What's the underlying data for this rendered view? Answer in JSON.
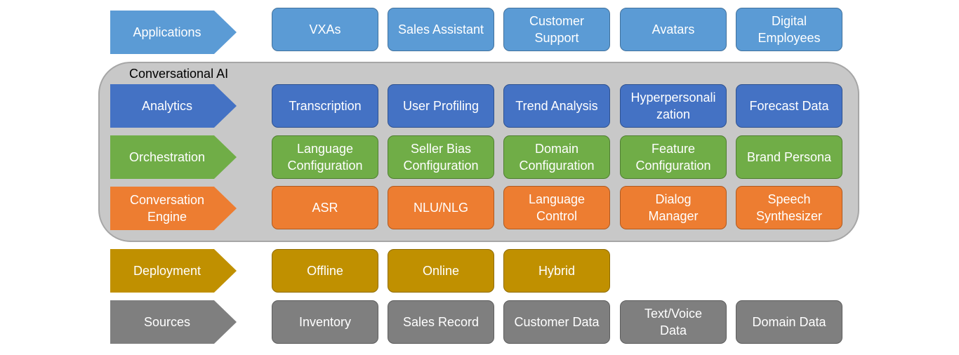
{
  "container": {
    "label": "Conversational AI"
  },
  "rows": [
    {
      "id": "applications",
      "label": "Applications",
      "color": "#5b9bd5",
      "items": [
        "VXAs",
        "Sales Assistant",
        "Customer\nSupport",
        "Avatars",
        "Digital\nEmployees"
      ]
    },
    {
      "id": "analytics",
      "label": "Analytics",
      "color": "#4472c4",
      "items": [
        "Transcription",
        "User Profiling",
        "Trend Analysis",
        "Hyperpersonali\nzation",
        "Forecast Data"
      ]
    },
    {
      "id": "orchestration",
      "label": "Orchestration",
      "color": "#70ad47",
      "items": [
        "Language\nConfiguration",
        "Seller Bias\nConfiguration",
        "Domain\nConfiguration",
        "Feature\nConfiguration",
        "Brand Persona"
      ]
    },
    {
      "id": "conversation-engine",
      "label": "Conversation\nEngine",
      "color": "#ed7d31",
      "items": [
        "ASR",
        "NLU/NLG",
        "Language\nControl",
        "Dialog\nManager",
        "Speech\nSynthesizer"
      ]
    },
    {
      "id": "deployment",
      "label": "Deployment",
      "color": "#c09000",
      "items": [
        "Offline",
        "Online",
        "Hybrid"
      ]
    },
    {
      "id": "sources",
      "label": "Sources",
      "color": "#7f7f7f",
      "items": [
        "Inventory",
        "Sales Record",
        "Customer Data",
        "Text/Voice\nData",
        "Domain Data"
      ]
    }
  ]
}
